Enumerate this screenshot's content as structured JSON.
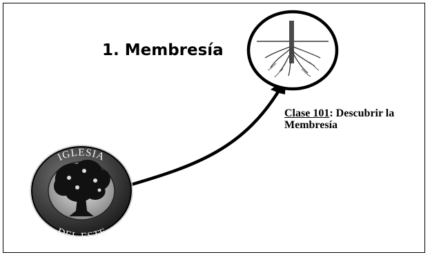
{
  "diagram": {
    "heading": "1. Membresía",
    "class_caption": {
      "code": "Clase 101",
      "separator": ": ",
      "title_line1": "Descubrir la",
      "title_line2": "Membresía"
    },
    "logo": {
      "top_text": "IGLESIA",
      "bottom_text": "DEL ESTE"
    },
    "icons": {
      "target": "cross-with-roots-icon",
      "logo_tree": "tree-icon"
    },
    "colors": {
      "ink": "#000000",
      "logo_ring": "#3a3a3a",
      "logo_field": "#b9b9b9"
    }
  }
}
